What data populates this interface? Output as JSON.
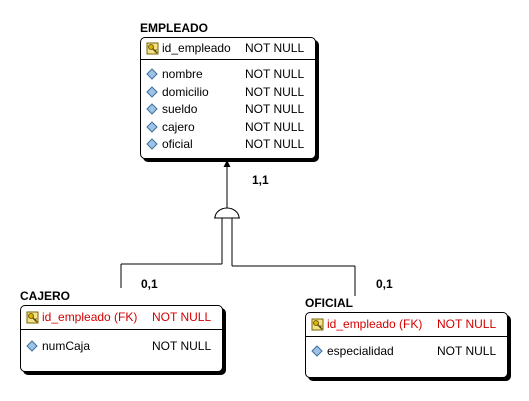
{
  "entities": {
    "empleado": {
      "name": "EMPLEADO",
      "pk": [
        {
          "name": "id_empleado",
          "constraint": "NOT NULL",
          "icon": "key-attribute-icon"
        }
      ],
      "attributes": [
        {
          "name": "nombre",
          "constraint": "NOT NULL",
          "icon": "diamond-attribute-icon"
        },
        {
          "name": "domicilio",
          "constraint": "NOT NULL",
          "icon": "diamond-attribute-icon"
        },
        {
          "name": "sueldo",
          "constraint": "NOT NULL",
          "icon": "diamond-attribute-icon"
        },
        {
          "name": "cajero",
          "constraint": "NOT NULL",
          "icon": "diamond-attribute-icon"
        },
        {
          "name": "oficial",
          "constraint": "NOT NULL",
          "icon": "diamond-attribute-icon"
        }
      ]
    },
    "cajero": {
      "name": "CAJERO",
      "pk": [
        {
          "name": "id_empleado (FK)",
          "constraint": "NOT NULL",
          "icon": "key-fk-attribute-icon"
        }
      ],
      "attributes": [
        {
          "name": "numCaja",
          "constraint": "NOT NULL",
          "icon": "diamond-attribute-icon"
        }
      ]
    },
    "oficial": {
      "name": "OFICIAL",
      "pk": [
        {
          "name": "id_empleado (FK)",
          "constraint": "NOT NULL",
          "icon": "key-fk-attribute-icon"
        }
      ],
      "attributes": [
        {
          "name": "especialidad",
          "constraint": "NOT NULL",
          "icon": "diamond-attribute-icon"
        }
      ]
    }
  },
  "cardinalities": {
    "empleado": "1,1",
    "cajero": "0,1",
    "oficial": "0,1"
  },
  "colors": {
    "fk_text": "#d40000",
    "diamond_fill": "#9fc3e6",
    "diamond_stroke": "#3d6f9e",
    "key_gold": "#d8b400",
    "border": "#000000"
  }
}
